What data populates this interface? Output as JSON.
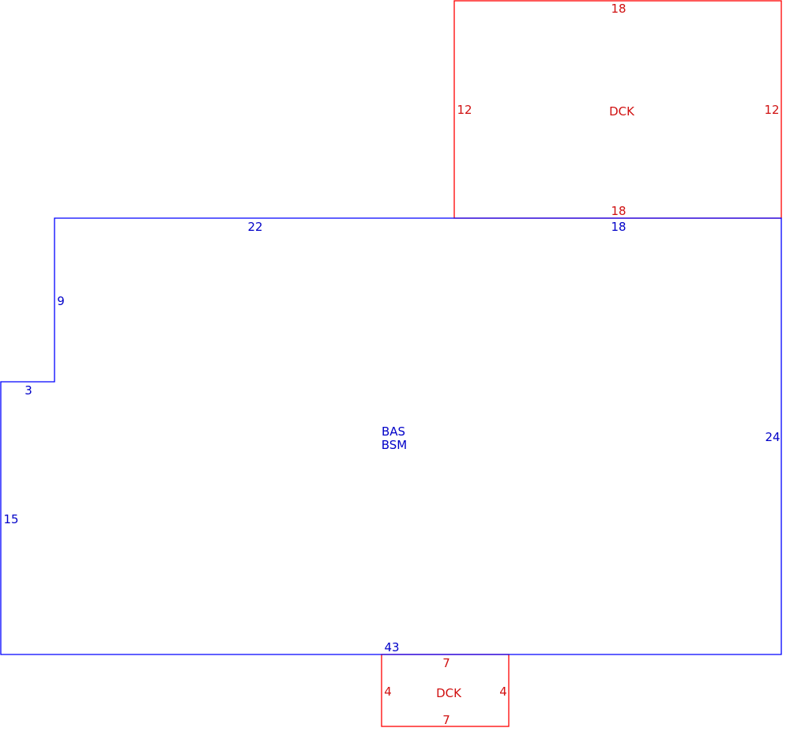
{
  "colors": {
    "main_area": "#0000c8",
    "deck_area": "#d01010"
  },
  "areas": {
    "main": {
      "codes": [
        "BAS",
        "BSM"
      ],
      "dimensions": {
        "top_left": "22",
        "top_right": "18",
        "left_upper": "9",
        "step": "3",
        "left_lower": "15",
        "right": "24",
        "bottom": "43"
      }
    },
    "deck_upper": {
      "code": "DCK",
      "dimensions": {
        "top": "18",
        "bottom": "18",
        "left": "12",
        "right": "12"
      }
    },
    "deck_lower": {
      "code": "DCK",
      "dimensions": {
        "top": "7",
        "bottom": "7",
        "left": "4",
        "right": "4"
      }
    }
  }
}
